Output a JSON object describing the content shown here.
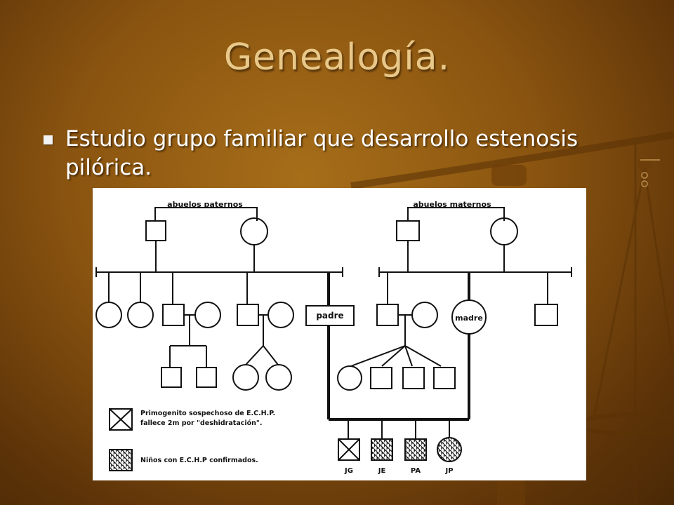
{
  "slide": {
    "title": "Genealogía.",
    "bullet": "Estudio  grupo familiar que desarrollo estenosis pilórica."
  },
  "pedigree": {
    "paternal_grandparents_label": "abuelos paternos",
    "maternal_grandparents_label": "abuelos maternos",
    "father_label": "padre",
    "mother_label": "madre",
    "children_labels": [
      "JG",
      "JE",
      "PA",
      "JP"
    ],
    "legend": [
      {
        "symbol": "crossed-square",
        "line1": "Primogenito sospechoso de E.C.H.P.",
        "line2": "fallece 2m por \"deshidratación\"."
      },
      {
        "symbol": "hatched-square",
        "line1": "Niños con E.C.H.P confirmados."
      }
    ]
  },
  "colors": {
    "background": "#8a5410",
    "title": "#e9c98a",
    "text": "#ffffff",
    "ink": "#111111"
  }
}
